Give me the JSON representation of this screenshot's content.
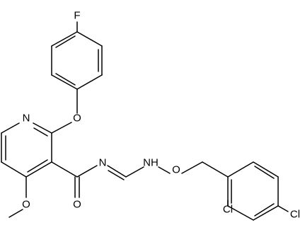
{
  "molecule": {
    "atoms": {
      "fluorine": "F",
      "pyridine_nitrogen": "N",
      "ether_oxygen": "O",
      "imine_nitrogen": "N",
      "amine_nh": "NH",
      "oxime_oxygen": "O",
      "carbonyl_oxygen": "O",
      "methoxy_oxygen": "O",
      "chlorine_ortho": "Cl",
      "chlorine_para": "Cl"
    }
  },
  "colors": {
    "bond": "#000000",
    "label": "#000000",
    "background": "#ffffff"
  }
}
